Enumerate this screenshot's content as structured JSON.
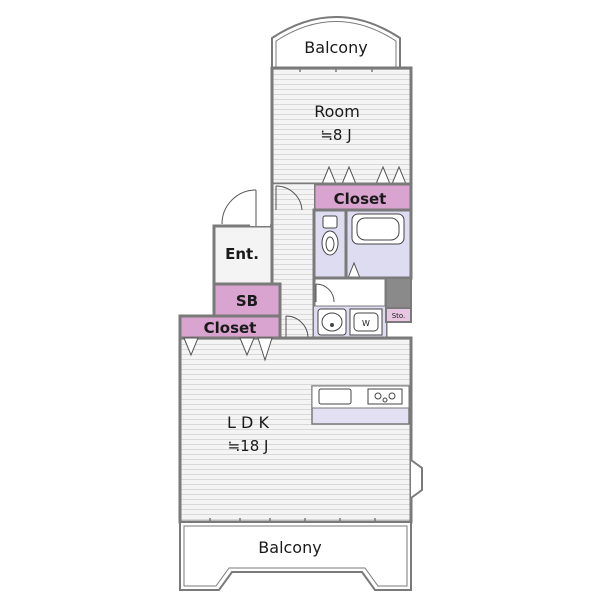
{
  "colors": {
    "wall": "#7a7a7a",
    "floor": "#f4f4f4",
    "floor_line": "#d2d2d2",
    "closet": "#d9a4cf",
    "wet_area": "#dedcf0",
    "balcony": "#ffffff",
    "counter": "#e2e0f2",
    "storage": "#8a8a8a"
  },
  "labels": {
    "balcony_top": "Balcony",
    "room_name": "Room",
    "room_size": "≒8 J",
    "closet_room": "Closet",
    "entrance": "Ent.",
    "shoe_box": "SB",
    "closet_ldk": "Closet",
    "storage": "Sto.",
    "washer": "W",
    "ldk_name": "L D K",
    "ldk_size": "≒18 J",
    "balcony_bottom": "Balcony"
  },
  "icons": [
    "toilet-icon",
    "bathtub-icon",
    "washbasin-icon",
    "washing-machine-icon",
    "kitchen-sink-icon",
    "gas-stove-icon",
    "door-swing-icon",
    "bay-window-icon"
  ]
}
